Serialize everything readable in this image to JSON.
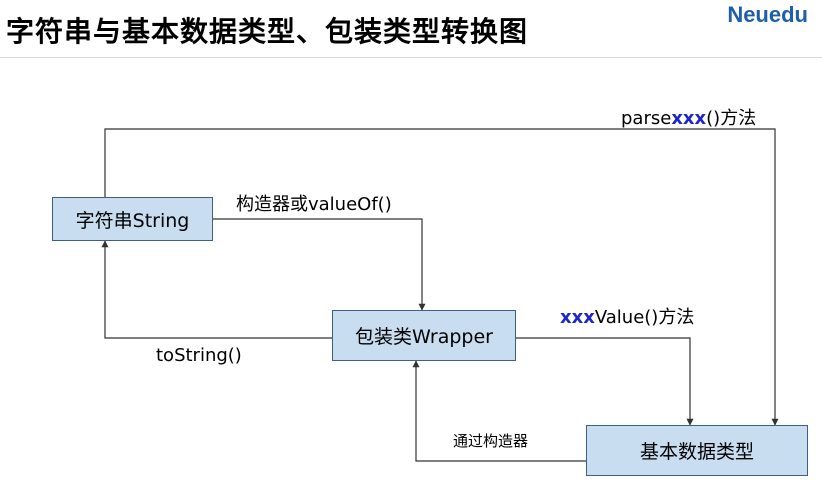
{
  "page": {
    "title": "字符串与基本数据类型、包装类型转换图",
    "brand": "Neuedu"
  },
  "colors": {
    "node_fill": "#c9ddf1",
    "node_border": "#3f5f86",
    "connector": "#333333",
    "keyword": "#1f26c8",
    "brand": "#1f5fa8"
  },
  "nodes": {
    "string": "字符串String",
    "wrapper": "包装类Wrapper",
    "basic": "基本数据类型"
  },
  "edges": {
    "parse": {
      "prefix": "parse",
      "keyword": "xxx",
      "suffix": "()方法"
    },
    "constructor_or_valueof": "构造器或valueOf()",
    "xxx_value": {
      "keyword": "xxx",
      "suffix": "Value()方法"
    },
    "to_string": "toString()",
    "via_constructor": "通过构造器"
  }
}
